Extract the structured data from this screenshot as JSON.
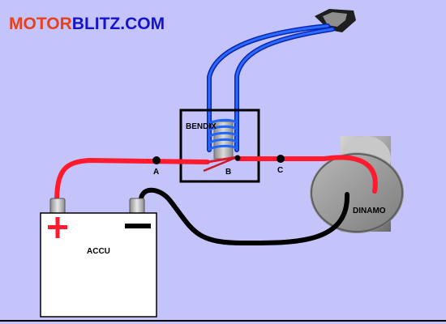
{
  "brand": {
    "part1": "MOTOR",
    "part2": "BLITZ.COM",
    "color1": "#e8401c",
    "color2": "#1414cc"
  },
  "labels": {
    "relay": "BENDIX",
    "point_a": "A",
    "point_b": "B",
    "point_c": "C",
    "dynamo": "DINAMO",
    "battery": "ACCU"
  },
  "colors": {
    "background": "#c4c4fa",
    "positive_wire": "#ff1a2e",
    "negative_wire": "#000000",
    "control_wire": "#1e64ff",
    "positive_sign": "#ff1a2e",
    "negative_sign": "#000000"
  },
  "icons": {
    "switch": "key-switch-icon",
    "coil": "solenoid-coil-icon",
    "battery": "battery-icon",
    "motor": "starter-motor-icon"
  }
}
